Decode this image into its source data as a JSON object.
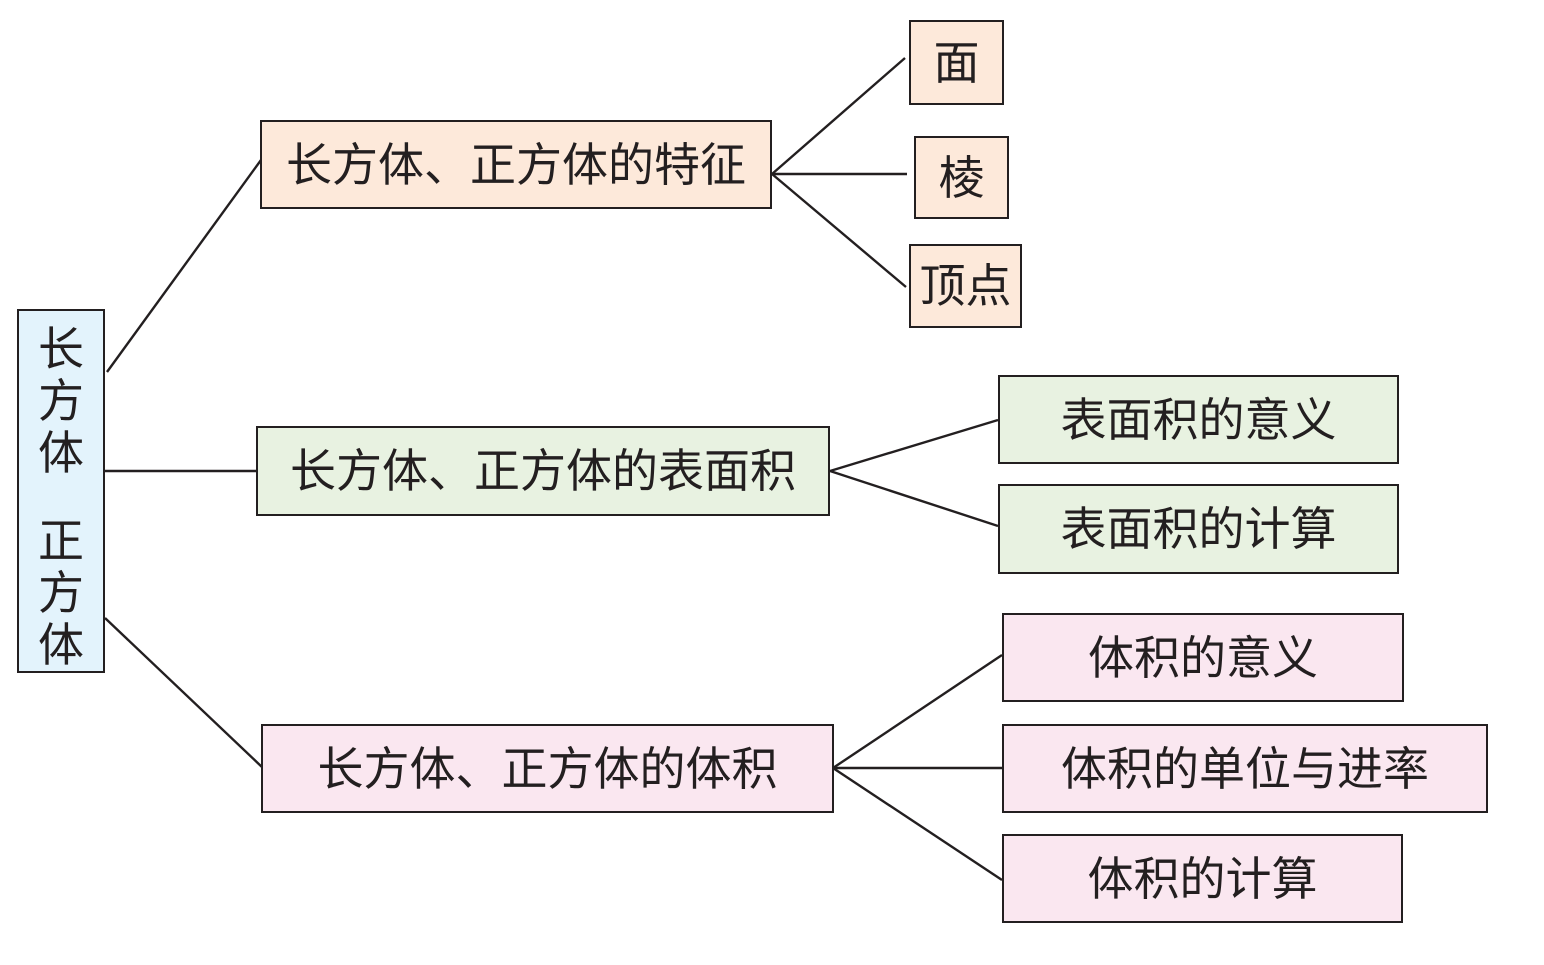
{
  "root": {
    "line1": [
      "长",
      "方",
      "体"
    ],
    "line2": [
      "正",
      "方",
      "体"
    ]
  },
  "branches": [
    {
      "label": "长方体、正方体的特征",
      "children": [
        "面",
        "棱",
        "顶点"
      ]
    },
    {
      "label": "长方体、正方体的表面积",
      "children": [
        "表面积的意义",
        "表面积的计算"
      ]
    },
    {
      "label": "长方体、正方体的体积",
      "children": [
        "体积的意义",
        "体积的单位与进率",
        "体积的计算"
      ]
    }
  ]
}
